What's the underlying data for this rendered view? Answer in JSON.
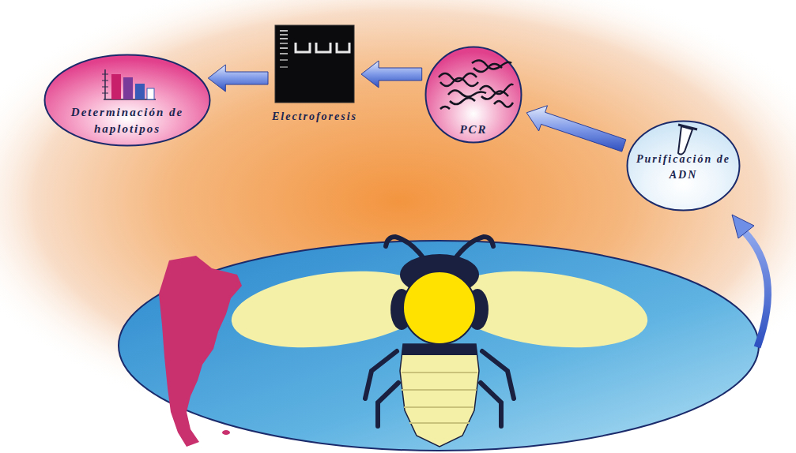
{
  "diagram": {
    "nodes": [
      {
        "text": [
          "Determinación de haplotipos"
        ]
      },
      {
        "text": [
          "Electroforesis"
        ]
      },
      {
        "text": [
          "PCR"
        ]
      },
      {
        "text": [
          "Purificación de ADN"
        ]
      }
    ],
    "edges": [
      {
        "from": 3,
        "to": 2,
        "arrow": "to"
      },
      {
        "from": 2,
        "to": 1,
        "arrow": "to"
      },
      {
        "from": 1,
        "to": 0,
        "arrow": "to"
      }
    ]
  }
}
